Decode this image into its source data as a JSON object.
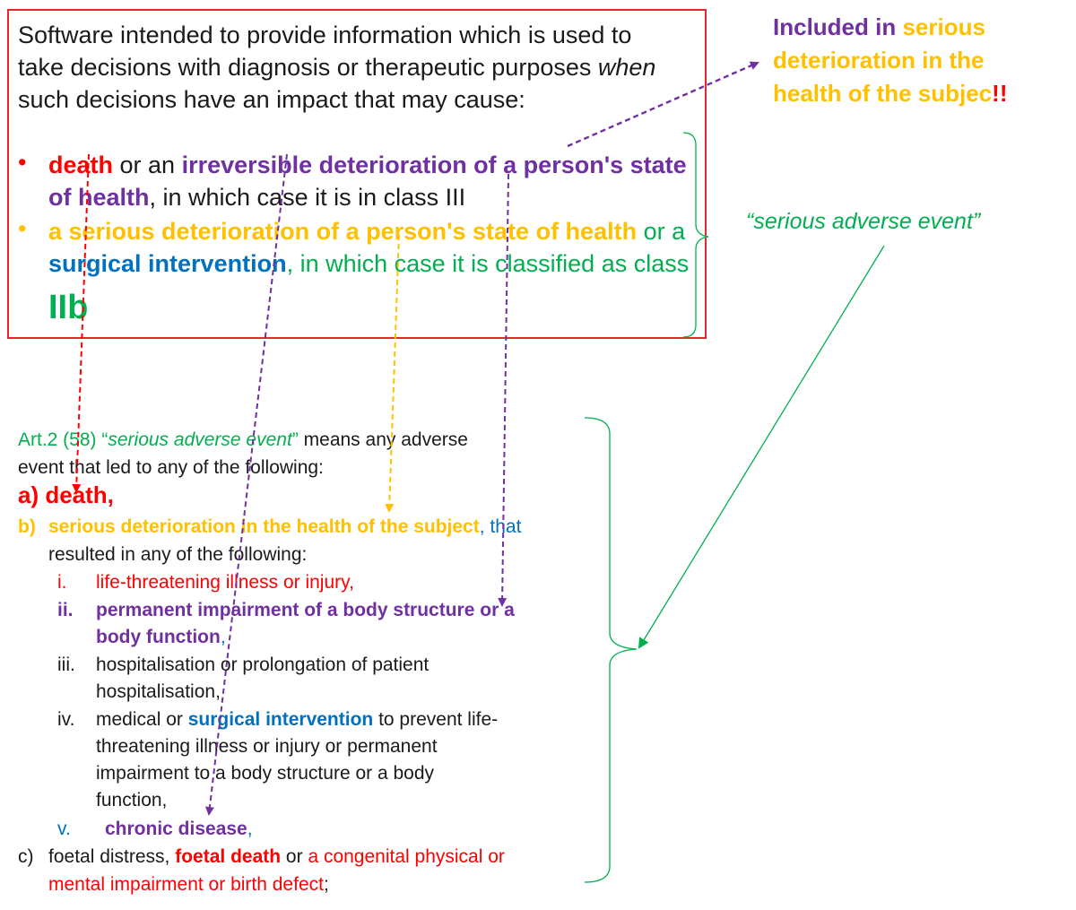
{
  "rule_box": {
    "line1": "Software intended to provide information which is used to",
    "line2_a": "take decisions with diagnosis or therapeutic purposes ",
    "line2_when": "when",
    "line3": "such decisions have an impact that may cause:",
    "bullet_symbol": "•",
    "bullet1": {
      "death": "death",
      "or_an": " or an ",
      "irreversible": "irreversible deterioration of a person's state",
      "of_health": "of health",
      "rest": ", in which case it is in class III"
    },
    "bullet2": {
      "serious": "a serious deterioration of a person's state of health",
      "or_a": " or a",
      "surgical": "surgical intervention",
      "rest": ", in which case it is classified as class",
      "class": "IIb"
    }
  },
  "note": {
    "included_in": "Included in ",
    "serious": "serious",
    "line2": "deterioration in the",
    "line3": "health of the subjec",
    "excl": "!!"
  },
  "sae_label": "“serious adverse event”",
  "art": {
    "ref": "Art.2 (58) “",
    "term": "serious adverse event",
    "close_quote": "”",
    "means": " means any adverse",
    "line2": "event that led to any of the following:",
    "a": "a)  death,",
    "b_label": "b)",
    "b_text": "serious deterioration in the health of the subject",
    "b_that": ", that",
    "b_line2": "resulted in any of the following:",
    "items": [
      {
        "num": "i.",
        "text": "life-threatening  illness or injury,"
      },
      {
        "num": "ii.",
        "text1": "permanent  impairment  of a body structure or a",
        "text2": "body function",
        "comma": ","
      },
      {
        "num": "iii.",
        "text1": "hospitalisation  or prolongation of patient",
        "text2": "hospitalisation,"
      },
      {
        "num": "iv.",
        "text1a": "medical  or ",
        "text1b": "surgical intervention",
        "text1c": "  to prevent life-",
        "text2": "threatening  illness or injury or permanent",
        "text3": "impairment to a body structure or a body",
        "text4": "function,"
      },
      {
        "num": "v.",
        "text": "chronic  disease",
        "comma": ","
      }
    ],
    "c_label": "c)",
    "c_text1": "foetal distress, ",
    "c_text2": "foetal death",
    "c_text3": " or ",
    "c_text4": "a congenital physical or",
    "c_line2": "mental impairment or birth defect",
    "c_end": ";"
  },
  "colors": {
    "red": "#ff0000",
    "purple": "#7030a0",
    "orange": "#ffc000",
    "blue": "#0070c0",
    "green": "#00b050",
    "box_border": "#e8262a"
  }
}
